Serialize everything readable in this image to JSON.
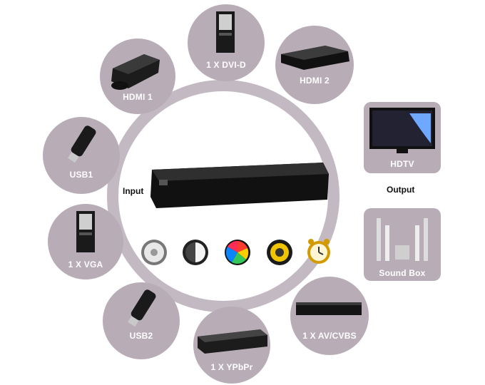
{
  "diagram": {
    "center_labels": {
      "input": "Input",
      "output": "Output"
    },
    "inputs": [
      {
        "id": "hdmi1",
        "label": "HDMI 1",
        "icon": "game-console-icon"
      },
      {
        "id": "dvid",
        "label": "1 X DVI-D",
        "icon": "pc-tower-icon"
      },
      {
        "id": "hdmi2",
        "label": "HDMI 2",
        "icon": "media-player-icon"
      },
      {
        "id": "usb1",
        "label": "USB1",
        "icon": "usb-drive-icon"
      },
      {
        "id": "vga",
        "label": "1 X VGA",
        "icon": "pc-tower-icon"
      },
      {
        "id": "usb2",
        "label": "USB2",
        "icon": "usb-drive-icon"
      },
      {
        "id": "ypbpr",
        "label": "1 X YPbPr",
        "icon": "dvd-player-icon"
      },
      {
        "id": "av",
        "label": "1 X  AV/CVBS",
        "icon": "bluray-player-icon"
      }
    ],
    "outputs": [
      {
        "id": "hdtv",
        "label": "HDTV",
        "icon": "tv-icon"
      },
      {
        "id": "soundbox",
        "label": "Sound Box",
        "icon": "speakers-icon"
      }
    ],
    "feature_icons": [
      "fan-knob-icon",
      "contrast-icon",
      "color-wheel-icon",
      "speaker-icon",
      "alarm-clock-icon"
    ],
    "colors": {
      "node": "#b8adb7",
      "ring": "#c3b9c2",
      "text_light": "#ffffff",
      "text_dark": "#111111"
    }
  }
}
